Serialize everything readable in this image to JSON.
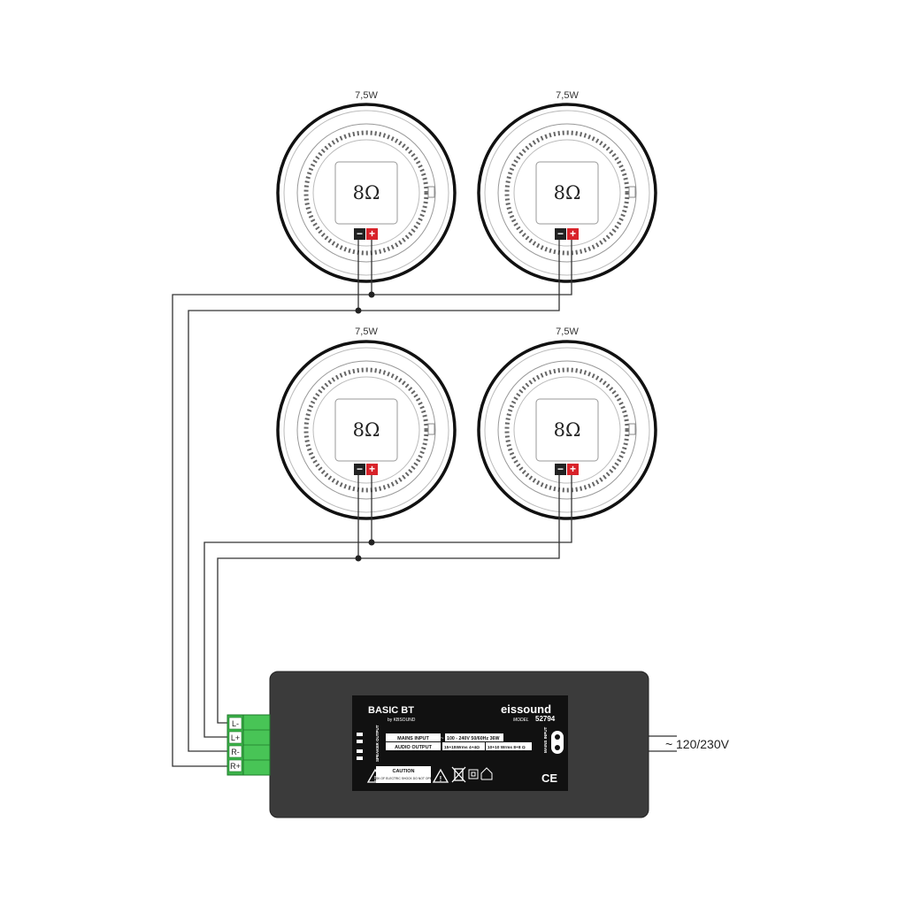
{
  "speakers": [
    {
      "power": "7,5W",
      "impedance": "8Ω"
    },
    {
      "power": "7,5W",
      "impedance": "8Ω"
    },
    {
      "power": "7,5W",
      "impedance": "8Ω"
    },
    {
      "power": "7,5W",
      "impedance": "8Ω"
    }
  ],
  "terminal_polarity": {
    "negative": "−",
    "positive": "+"
  },
  "amplifier": {
    "product_name": "BASIC BT",
    "byline": "by KBSOUND",
    "brand": "eissound",
    "model_label": "MODEL",
    "model_number": "52794",
    "speaker_output_label": "SPEAKER OUTPUT",
    "mains_input_label": "MAINS INPUT",
    "mains_input_value": "100 - 240V 50/60Hz 36W",
    "audio_output_label": "AUDIO OUTPUT",
    "audio_output_value_1": "15+15Wrms 4+4Ω",
    "audio_output_value_2": "10+10 Wrms 8+8 Ω",
    "mains_side_label": "MAINS INPUT",
    "caution_title": "CAUTION",
    "caution_text": "RISK OF ELECTRIC SHOCK DO NOT OPEN",
    "ce_mark": "CE"
  },
  "connector": {
    "pins": [
      "L-",
      "L+",
      "R-",
      "R+"
    ]
  },
  "mains": {
    "symbol": "~",
    "voltage": "120/230V"
  },
  "colors": {
    "amp_body": "#3b3b3b",
    "label_panel": "#111111",
    "connector_green": "#3cb34a",
    "terminal_red": "#d8232a",
    "terminal_black": "#222222",
    "wire": "#333333"
  }
}
